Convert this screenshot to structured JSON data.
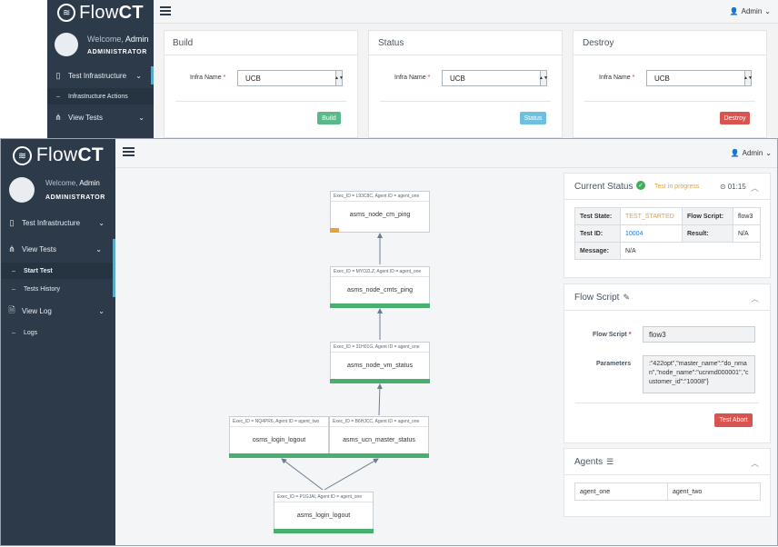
{
  "app": {
    "brand_prefix": "Flow",
    "brand_suffix": "CT",
    "welcome_prefix": "Welcome,",
    "welcome_user": "Admin",
    "role": "ADMINISTRATOR",
    "admin_menu_label": "Admin"
  },
  "background_window": {
    "sidebar": {
      "items": [
        {
          "label": "Test Infrastructure"
        },
        {
          "label": "Infrastructure Actions"
        },
        {
          "label": "View Tests"
        }
      ]
    },
    "panels": [
      {
        "title": "Build",
        "field_label": "Infra Name",
        "required_mark": "*",
        "value": "UCB",
        "button": "Build",
        "button_color": "#5cb88a"
      },
      {
        "title": "Status",
        "field_label": "Infra Name",
        "required_mark": "*",
        "value": "UCB",
        "button": "Status",
        "button_color": "#6ec0dc"
      },
      {
        "title": "Destroy",
        "field_label": "Infra Name",
        "required_mark": "*",
        "value": "UCB",
        "button": "Destroy",
        "button_color": "#d9534f"
      }
    ]
  },
  "front_window": {
    "sidebar": {
      "items": [
        {
          "label": "Test Infrastructure"
        },
        {
          "label": "View Tests"
        },
        {
          "label": "Start Test"
        },
        {
          "label": "Tests History"
        },
        {
          "label": "View Log"
        },
        {
          "label": "Logs"
        }
      ]
    },
    "graph": {
      "nodes": [
        {
          "header": "Exec_ID = L93C8C, Agent ID = agent_one",
          "name": "asms_node_cm_ping"
        },
        {
          "header": "Exec_ID = MYOZLZ, Agent ID = agent_one",
          "name": "asms_node_cmts_ping"
        },
        {
          "header": "Exec_ID = 31H01G, Agent ID = agent_one",
          "name": "asms_node_vm_status"
        },
        {
          "header": "Exec_ID = NQ4PR6, Agent ID = agent_two",
          "name": "osms_login_logout"
        },
        {
          "header": "Exec_ID = B6HJCC, Agent ID = agent_one",
          "name": "asms_ucn_master_status"
        },
        {
          "header": "Exec_ID = P1GJAI, Agent ID = agent_one",
          "name": "asms_login_logout"
        }
      ]
    },
    "current_status": {
      "title": "Current Status",
      "badge": "Test in progress",
      "timer": "01:15",
      "rows": [
        {
          "k1": "Test State:",
          "v1": "TEST_STARTED",
          "k2": "Flow Script:",
          "v2": "flow3"
        },
        {
          "k1": "Test ID:",
          "v1": "10004",
          "k2": "Result:",
          "v2": "N/A"
        },
        {
          "k1": "Message:",
          "v1": "N/A"
        }
      ]
    },
    "flow_script": {
      "title": "Flow Script",
      "script_label": "Flow Script",
      "required_mark": "*",
      "script_value": "flow3",
      "params_label": "Parameters",
      "params_value": ":\"422opt\",\"master_name\":\"do_nman\",\"node_name\":\"ucnmd000001\",\"customer_id\":\"10008\"}",
      "abort_button": "Test Abort",
      "abort_color": "#d9534f"
    },
    "agents": {
      "title": "Agents",
      "list": [
        "agent_one",
        "agent_two"
      ]
    }
  }
}
